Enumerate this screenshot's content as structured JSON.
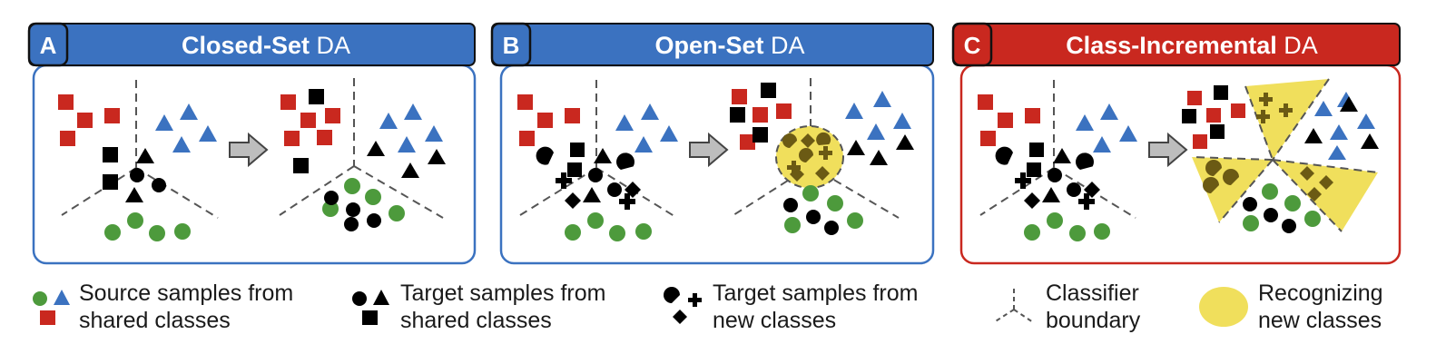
{
  "colors": {
    "blue": "#3b72c0",
    "red": "#c9281f",
    "green": "#4d9a3c",
    "black": "#000000",
    "yellow": "#f0df5c",
    "olive": "#6b5a14"
  },
  "panels": [
    {
      "letter": "A",
      "title_bold": "Closed-Set",
      "title_rest": " DA",
      "theme": "blue"
    },
    {
      "letter": "B",
      "title_bold": "Open-Set",
      "title_rest": " DA",
      "theme": "blue"
    },
    {
      "letter": "C",
      "title_bold": "Class-Incremental",
      "title_rest": " DA",
      "theme": "red"
    }
  ],
  "legend": [
    {
      "line1": "Source samples from",
      "line2": "shared classes",
      "icon": "source-samples-icon"
    },
    {
      "line1": "Target samples from",
      "line2": "shared classes",
      "icon": "target-shared-icon"
    },
    {
      "line1": "Target samples from",
      "line2": "new classes",
      "icon": "target-new-icon"
    },
    {
      "line1": "Classifier",
      "line2": "boundary",
      "icon": "classifier-boundary-icon"
    },
    {
      "line1": "Recognizing",
      "line2": "new classes",
      "icon": "recognizing-ellipse-icon"
    }
  ]
}
